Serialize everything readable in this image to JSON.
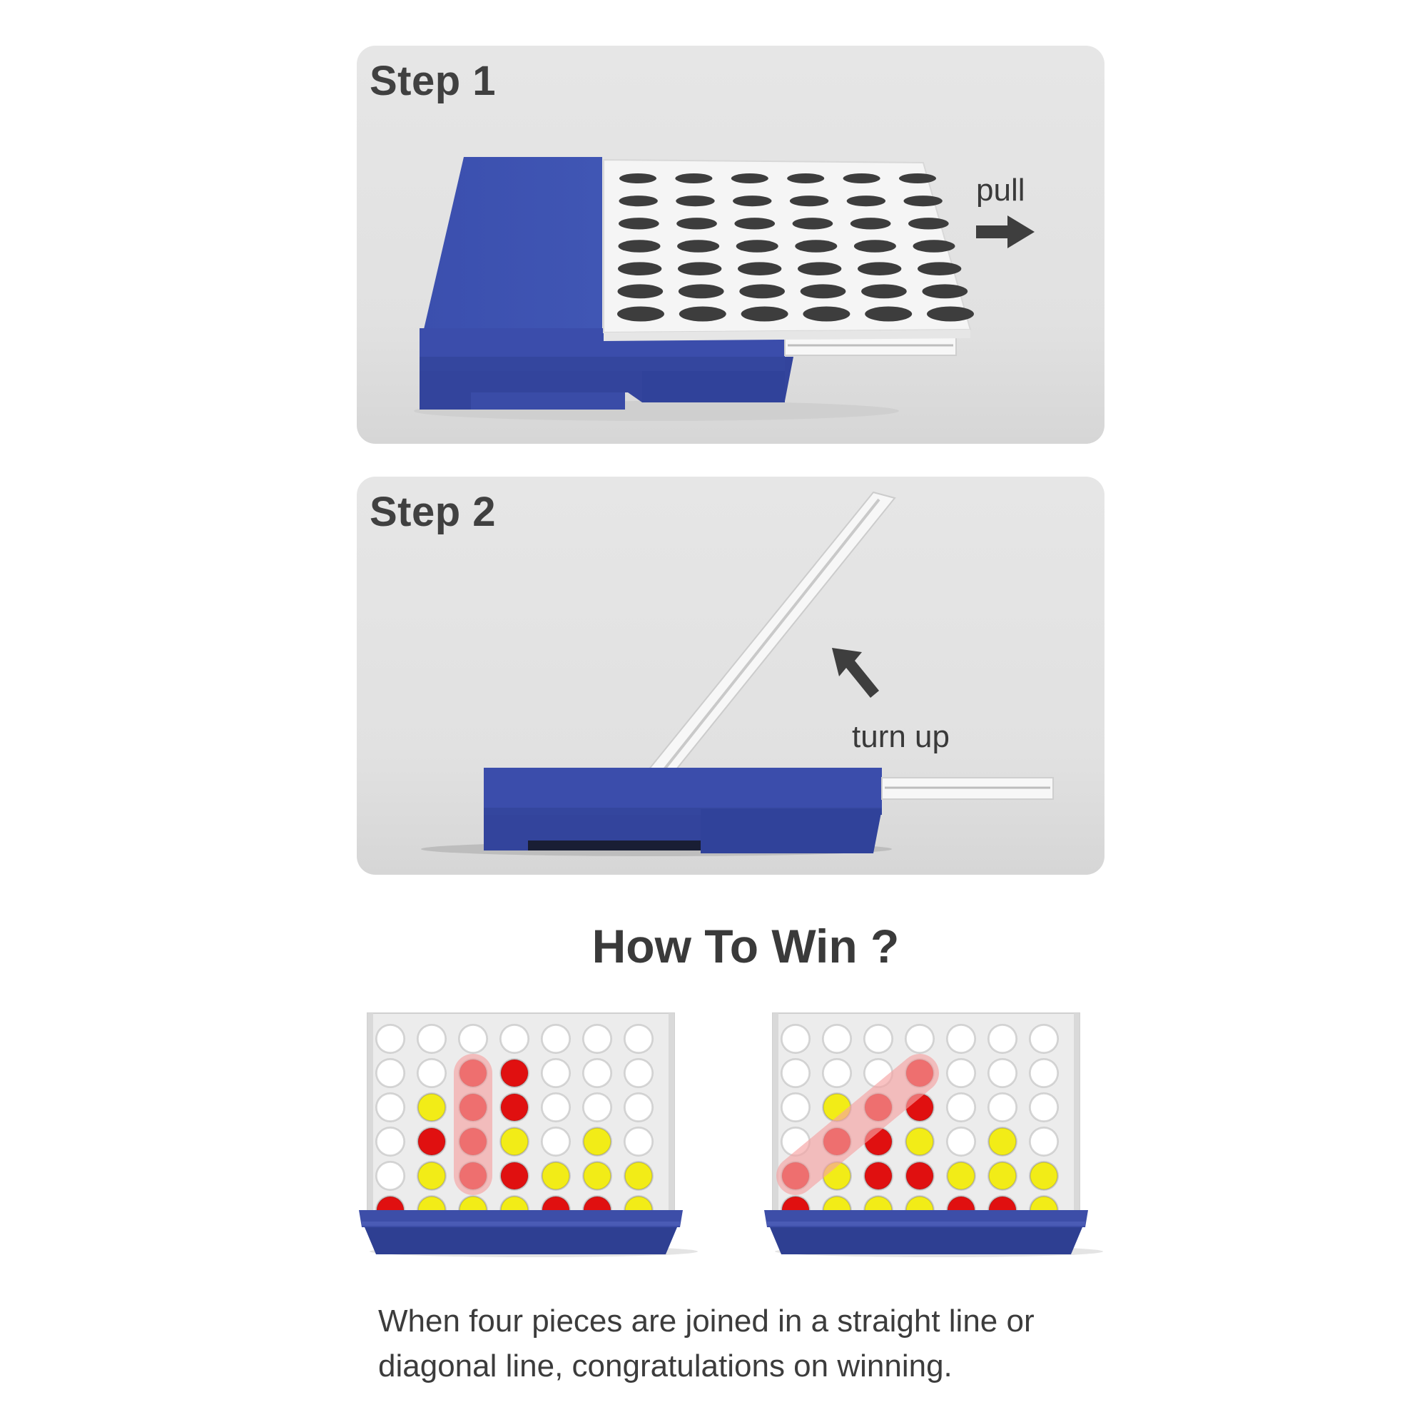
{
  "steps": [
    {
      "title": "Step 1",
      "action": "pull"
    },
    {
      "title": "Step 2",
      "action": "turn up"
    }
  ],
  "win": {
    "title": "How To Win ?",
    "caption_line1": "When four pieces are joined in a straight line or",
    "caption_line2": "diagonal line, congratulations on winning."
  },
  "colors": {
    "frame_blue": "#3d4ea8",
    "frame_blue_dark": "#2e3f92",
    "piece_red": "#e01010",
    "piece_yellow": "#f2ec17",
    "highlight": "#f6a3a3"
  },
  "boards": [
    {
      "win_type": "vertical",
      "grid": [
        "WWWWWWW",
        "WWRRWWW",
        "WYRRWWW",
        "WRRYWYW",
        "WYRRYYY",
        "RYYYRRY"
      ],
      "highlight": [
        [
          1,
          2
        ],
        [
          4,
          2
        ]
      ]
    },
    {
      "win_type": "diagonal",
      "grid": [
        "WWWWWWW",
        "WWWRWWW",
        "WYRRWWW",
        "WRRYWYW",
        "RYRRYYY",
        "RYYYRRY"
      ],
      "highlight": [
        [
          1,
          3
        ],
        [
          4,
          0
        ]
      ]
    }
  ]
}
